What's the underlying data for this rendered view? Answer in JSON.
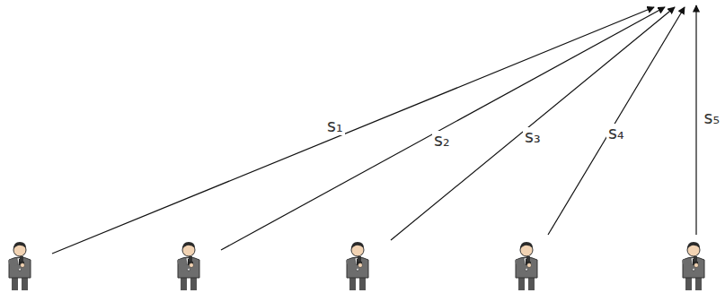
{
  "diagram": {
    "labels": [
      "s₁",
      "s₂",
      "s₃",
      "s₄",
      "s₅"
    ]
  }
}
